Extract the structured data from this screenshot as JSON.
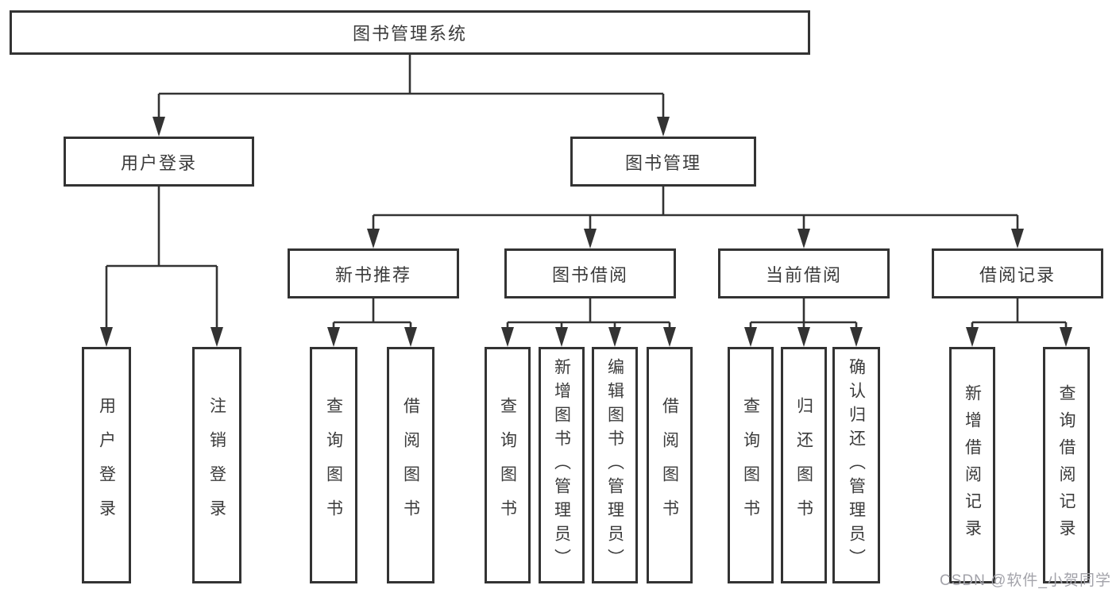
{
  "diagram_type": "tree",
  "tree": {
    "label": "图书管理系统",
    "children": [
      {
        "label": "用户登录",
        "children": [
          {
            "label": "用户登录"
          },
          {
            "label": "注销登录"
          }
        ]
      },
      {
        "label": "图书管理",
        "children": [
          {
            "label": "新书推荐",
            "children": [
              {
                "label": "查询图书"
              },
              {
                "label": "借阅图书"
              }
            ]
          },
          {
            "label": "图书借阅",
            "children": [
              {
                "label": "查询图书"
              },
              {
                "label": "新增图书（管理员）"
              },
              {
                "label": "编辑图书（管理员）"
              },
              {
                "label": "借阅图书"
              }
            ]
          },
          {
            "label": "当前借阅",
            "children": [
              {
                "label": "查询图书"
              },
              {
                "label": "归还图书"
              },
              {
                "label": "确认归还（管理员）"
              }
            ]
          },
          {
            "label": "借阅记录",
            "children": [
              {
                "label": "新增借阅记录"
              },
              {
                "label": "查询借阅记录"
              }
            ]
          }
        ]
      }
    ]
  },
  "watermark": {
    "text": "CSDN @软件_小贺同学"
  },
  "colors": {
    "line": "#333333",
    "text": "#3b3b3b",
    "bg": "#ffffff",
    "watermark": "#a3a3aa"
  }
}
